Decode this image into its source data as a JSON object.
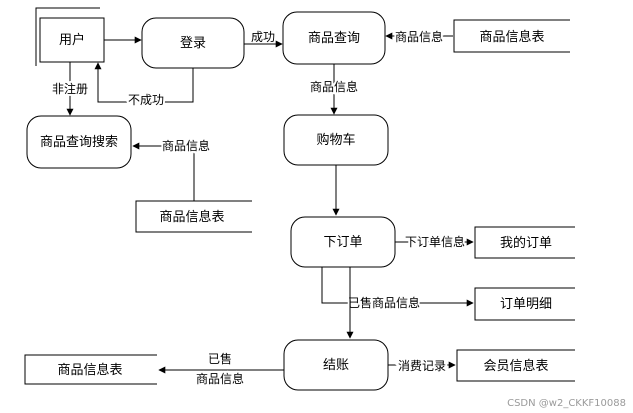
{
  "nodes": {
    "user": "用户",
    "login": "登录",
    "product_query": "商品查询",
    "product_info_table_1": "商品信息表",
    "product_search": "商品查询搜索",
    "product_info_table_2": "商品信息表",
    "cart": "购物车",
    "order": "下订单",
    "my_orders": "我的订单",
    "order_detail": "订单明细",
    "checkout": "结账",
    "member_info_table": "会员信息表",
    "product_info_table_3": "商品信息表"
  },
  "labels": {
    "success": "成功",
    "fail": "不成功",
    "unregistered": "非注册",
    "product_info_query_in": "商品信息",
    "product_info_query_cart": "商品信息",
    "product_info_search": "商品信息",
    "order_info": "下订单信息",
    "sold_info": "已售商品信息",
    "sold_line1": "已售",
    "sold_line2": "商品信息",
    "consume_record": "消费记录"
  },
  "watermark": "CSDN @w2_CKKF10088"
}
